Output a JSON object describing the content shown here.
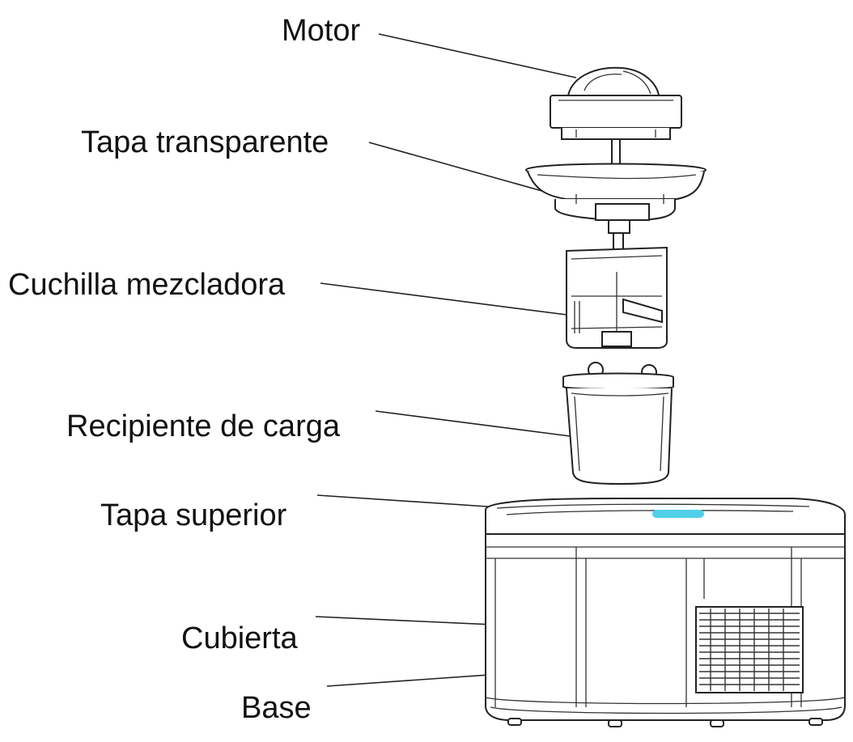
{
  "diagram": {
    "labels": {
      "motor": "Motor",
      "tapa_transparente": "Tapa transparente",
      "cuchilla_mezcladora": "Cuchilla mezcladora",
      "recipiente_de_carga": "Recipiente de carga",
      "tapa_superior": "Tapa superior",
      "cubierta": "Cubierta",
      "base": "Base"
    },
    "colors": {
      "line": "#222222",
      "indicator": "#4fd0e8",
      "background": "#ffffff"
    }
  }
}
